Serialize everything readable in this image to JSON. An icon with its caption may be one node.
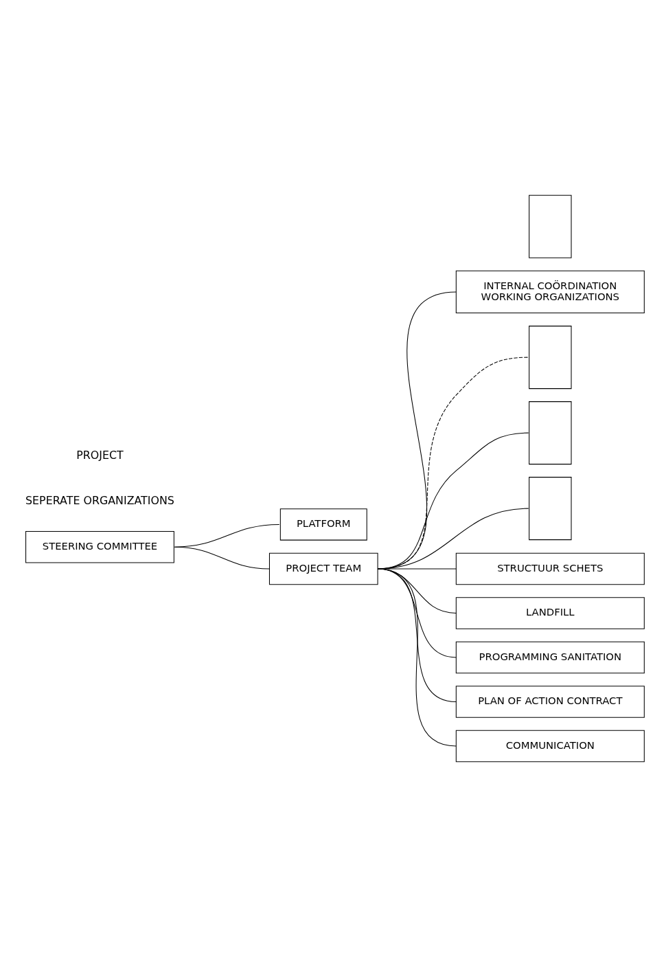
{
  "diagram": {
    "nodes": [
      {
        "text": [
          "STEERING COMMITTEE"
        ]
      },
      {
        "text": [
          "PLATFORM"
        ]
      },
      {
        "text": [
          "PROJECT TEAM"
        ]
      },
      {
        "text": [
          "INTERNAL COÖRDINATION",
          "WORKING ORGANIZATIONS"
        ]
      },
      {
        "text": [],
        "shape": "box"
      },
      {
        "text": [],
        "shape": "box"
      },
      {
        "text": [],
        "shape": "box"
      },
      {
        "text": [],
        "shape": "box"
      },
      {
        "text": [
          "STRUCTUUR SCHETS"
        ]
      },
      {
        "text": [
          "LANDFILL"
        ]
      },
      {
        "text": [
          "PROGRAMMING SANITATION"
        ]
      },
      {
        "text": [
          "PLAN OF ACTION CONTRACT"
        ]
      },
      {
        "text": [
          "COMMUNICATION"
        ]
      }
    ],
    "edges": [
      {
        "from": 0,
        "to": 1,
        "arrow": "none"
      },
      {
        "from": 0,
        "to": 2,
        "arrow": "none"
      },
      {
        "from": 2,
        "to": 3,
        "arrow": "none"
      },
      {
        "from": 2,
        "to": 7,
        "arrow": "none"
      },
      {
        "from": 2,
        "to": 6,
        "arrow": "none"
      },
      {
        "from": 2,
        "to": 5,
        "arrow": "none",
        "style": "dashed"
      },
      {
        "from": 2,
        "to": 8,
        "arrow": "none"
      },
      {
        "from": 2,
        "to": 9,
        "arrow": "none"
      },
      {
        "from": 2,
        "to": 10,
        "arrow": "none"
      },
      {
        "from": 2,
        "to": 11,
        "arrow": "none"
      },
      {
        "from": 2,
        "to": 12,
        "arrow": "none"
      }
    ],
    "labels": [
      "SEPERATE ORGANIZATIONS",
      "PROJECT"
    ]
  }
}
